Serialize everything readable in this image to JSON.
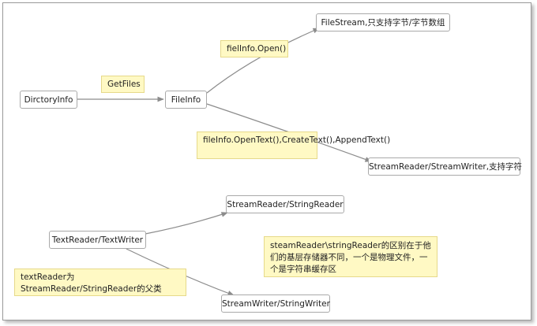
{
  "nodes": {
    "dirctory_info": "DirctoryInfo",
    "file_info": "FileInfo",
    "file_stream": "FileStream,只支持字节/字节数组",
    "stream_reader_writer": "StreamReader/StreamWriter,支持字符",
    "text_reader_writer": "TextReader/TextWriter",
    "stream_reader_string_reader": "StreamReader/StringReader",
    "stream_writer_string_writer": "StreamWriter/StringWriter"
  },
  "notes": {
    "get_files": "GetFiles",
    "file_info_open": "fielInfo.Open()",
    "file_info_open_text": "fileInfo.OpenText(),CreateText(),AppendText()",
    "stream_difference": "steamReader\\stringReader的区别在于他们的基层存储器不同，一个是物理文件，一个是字符串缓存区",
    "text_reader_parent": "textReader为StreamReader/StringReader的父类"
  }
}
